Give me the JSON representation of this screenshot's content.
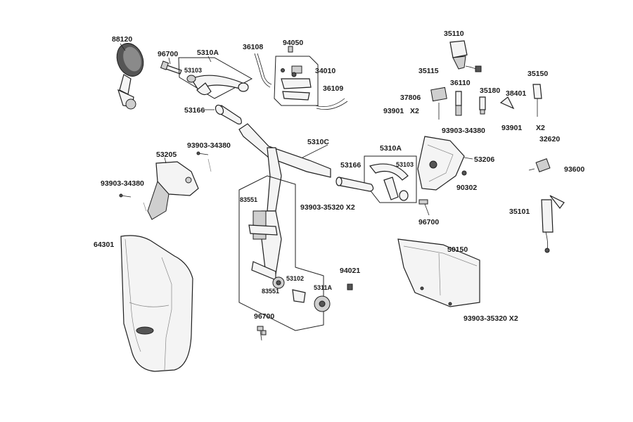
{
  "labels": {
    "p88120": "88120",
    "p96700a": "96700",
    "p5310A_top": "5310A",
    "p53103_top": "53103",
    "p36108": "36108",
    "p94050": "94050",
    "p34010": "34010",
    "p36109": "36109",
    "p53166_left": "53166",
    "p35110": "35110",
    "p35115": "35115",
    "p36110": "36110",
    "p35150": "35150",
    "p37806": "37806",
    "p35180": "35180",
    "p38401": "38401",
    "p93901a": "93901",
    "x2a": "X2",
    "p93901b": "93901",
    "x2b": "X2",
    "p93903_34380_right": "93903-34380",
    "p53206": "53206",
    "p32620": "32620",
    "p93600": "93600",
    "p5310C": "5310C",
    "p93903_34380_mid": "93903-34380",
    "p53205": "53205",
    "p93903_34380_left": "93903-34380",
    "p5310A_mid": "5310A",
    "p53166_mid": "53166",
    "p53103_mid": "53103",
    "p90302": "90302",
    "p83551a": "83551",
    "p93903_35320_x2_mid": "93903-35320 X2",
    "p96700b": "96700",
    "p35101": "35101",
    "p64301": "64301",
    "p50150": "50150",
    "p94021": "94021",
    "p53102": "53102",
    "p5311A": "5311A",
    "p83551b": "83551",
    "p93903_35320_x2_right": "93903-35320 X2",
    "p96700c": "96700"
  }
}
